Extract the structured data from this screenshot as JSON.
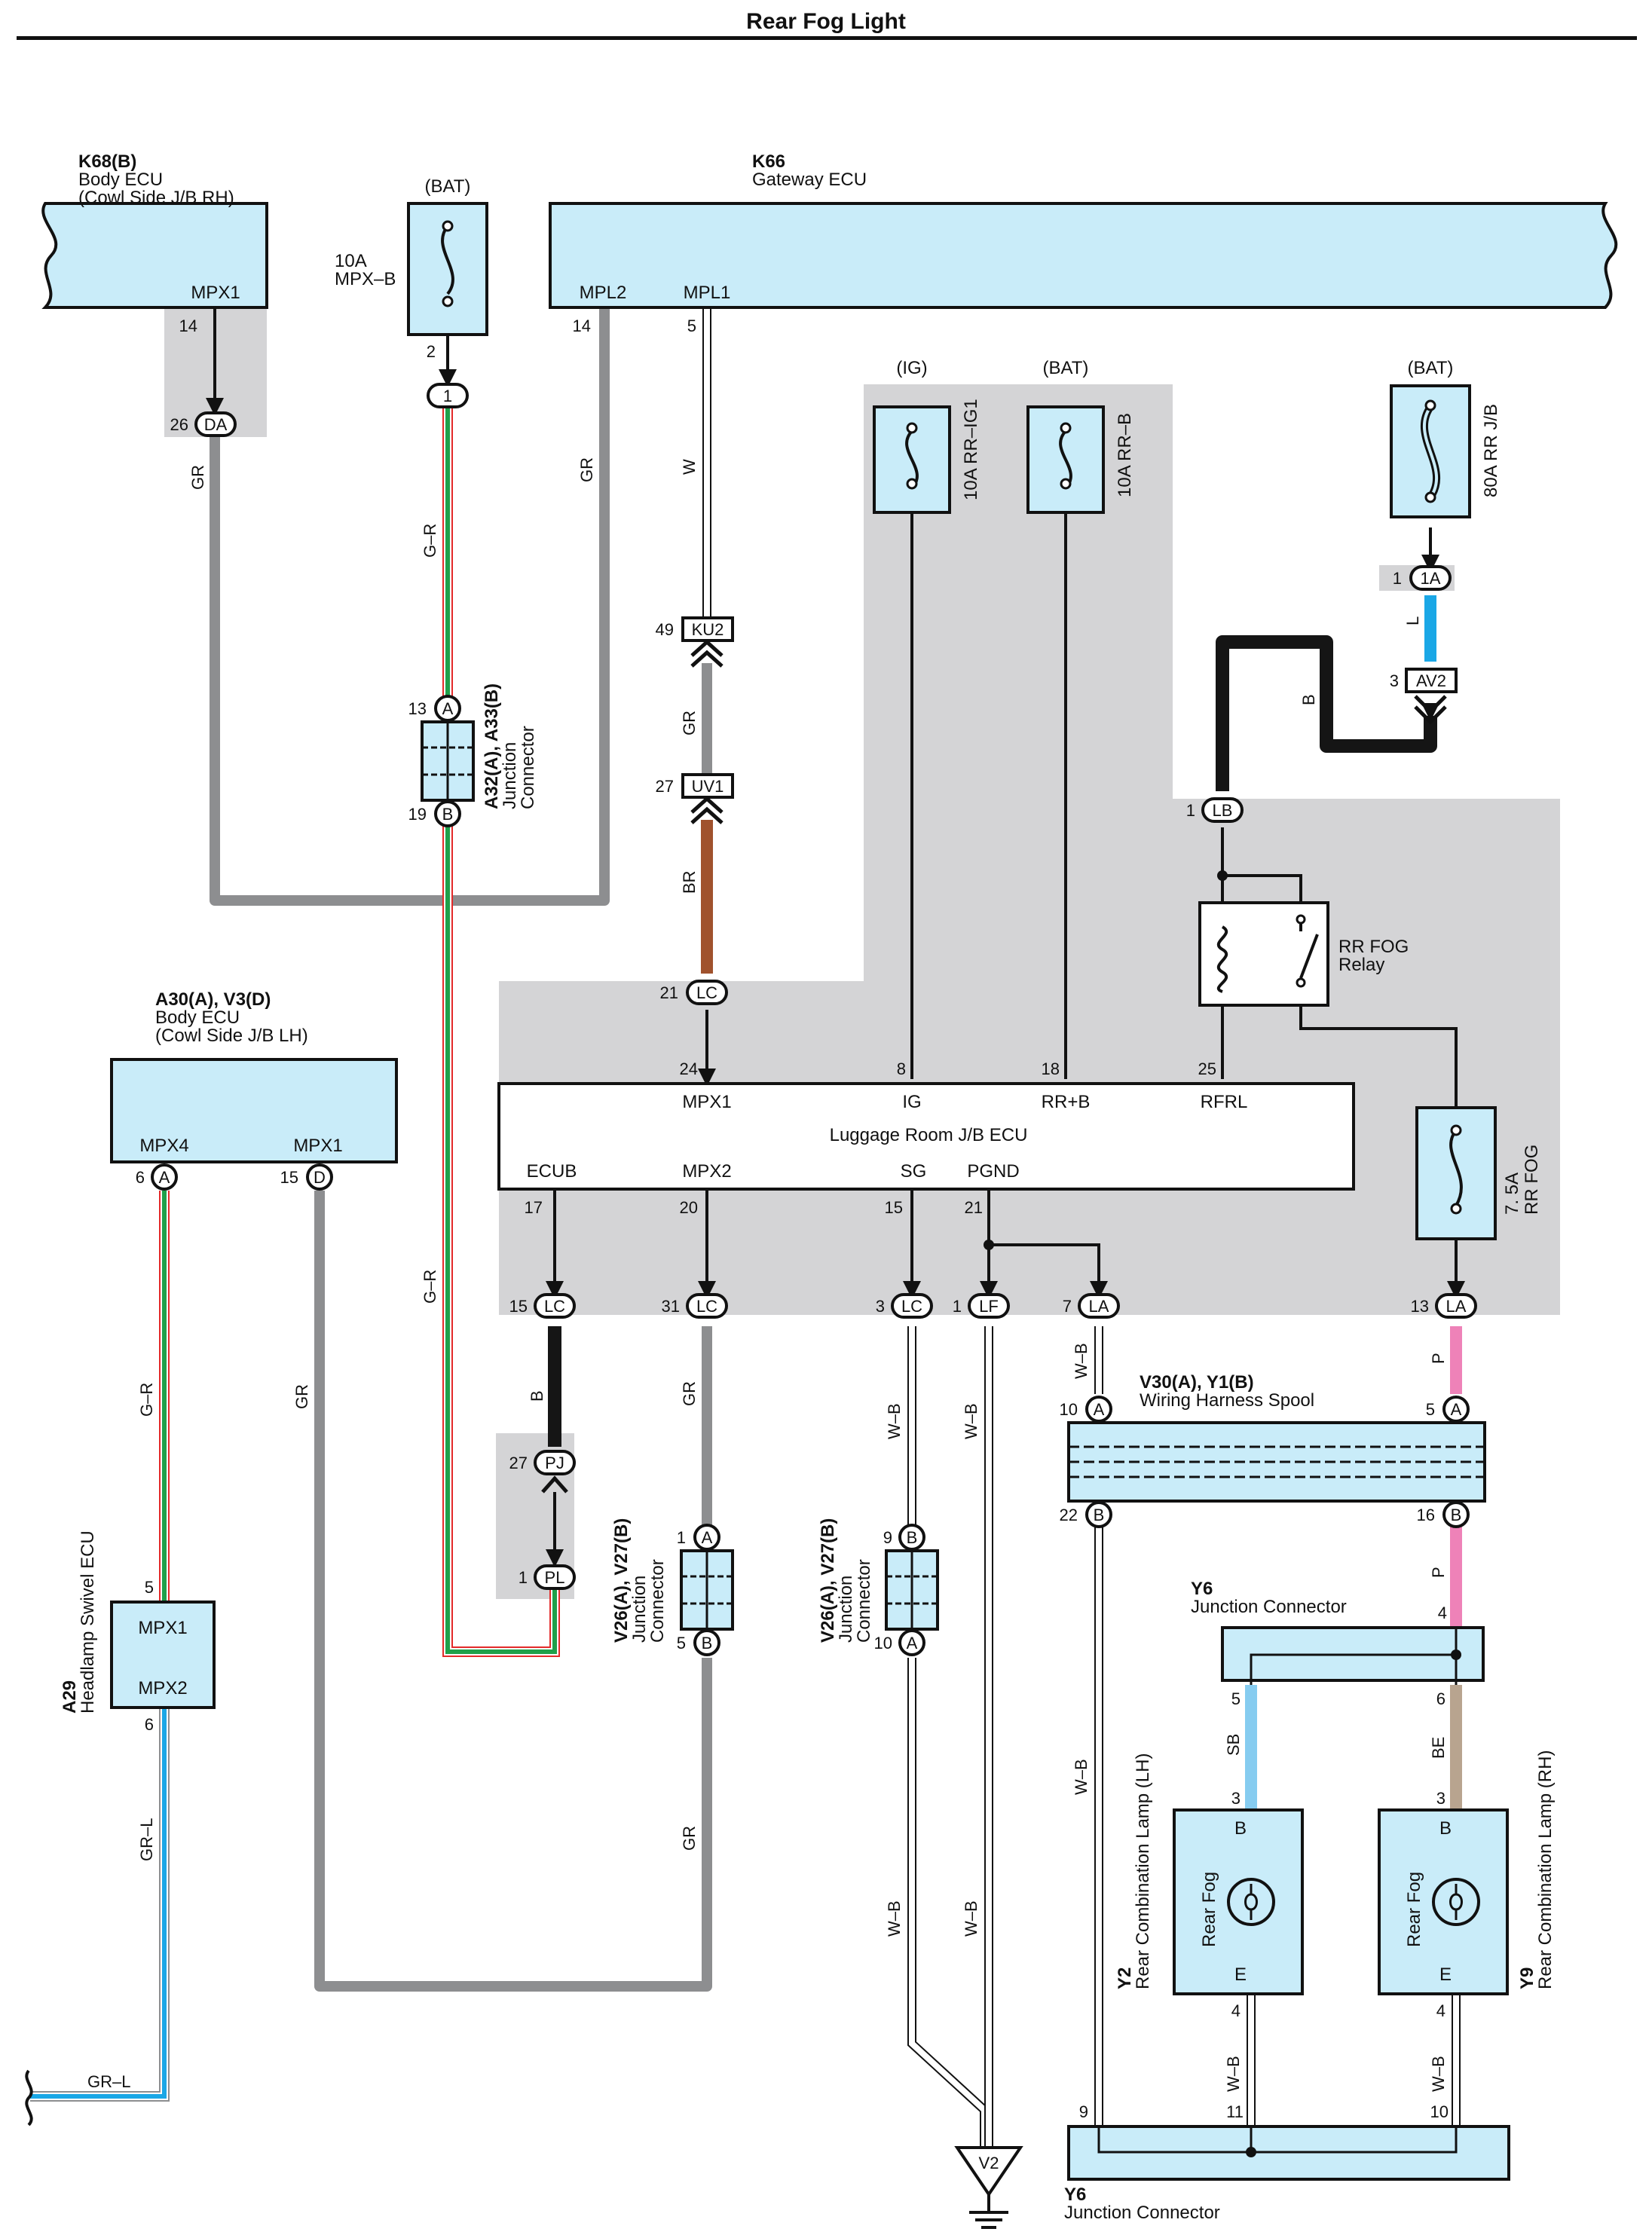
{
  "title": "Rear Fog Light",
  "components": {
    "k68": {
      "code": "K68(B)",
      "name": "Body ECU",
      "location": "(Cowl Side J/B RH)",
      "pin": "MPX1",
      "pin_no": "14",
      "conn_pin": "26",
      "conn": "DA",
      "wire": "GR"
    },
    "k66": {
      "code": "K66",
      "name": "Gateway ECU",
      "pin1": "MPL2",
      "pin1_no": "14",
      "pin2": "MPL1",
      "pin2_no": "5",
      "wire1": "GR",
      "wire2": "W"
    },
    "fuse_mpxb": {
      "supply": "(BAT)",
      "rating": "10A",
      "name": "MPX–B",
      "pin_no": "2",
      "conn": "1",
      "wire": "G–R"
    },
    "fuse_rrig1": {
      "supply": "(IG)",
      "label": "10A RR–IG1"
    },
    "fuse_rrb": {
      "supply": "(BAT)",
      "label": "10A RR–B"
    },
    "fuse_rrjb": {
      "supply": "(BAT)",
      "label": "80A RR J/B",
      "conn_pin": "1",
      "conn": "1A",
      "wire": "L",
      "conn2_pin": "3",
      "conn2": "AV2",
      "wire2": "B"
    },
    "jc_a32": {
      "code": "A32(A), A33(B)",
      "name": "Junction",
      "name2": "Connector",
      "pin_a": "13",
      "conn_a": "A",
      "pin_b": "19",
      "conn_b": "B"
    },
    "ku2": {
      "pin": "49",
      "conn": "KU2",
      "wire": "GR"
    },
    "uv1": {
      "pin": "27",
      "conn": "UV1",
      "wire": "BR"
    },
    "lc21": {
      "pin": "21",
      "conn": "LC"
    },
    "lb1": {
      "pin": "1",
      "conn": "LB"
    },
    "relay": {
      "name": "RR FOG",
      "type": "Relay"
    },
    "fuse_rrfog": {
      "rating": "7. 5A",
      "name": "RR FOG"
    },
    "a30": {
      "code": "A30(A), V3(D)",
      "name": "Body ECU",
      "location": "(Cowl Side J/B LH)",
      "pin1": "MPX4",
      "pin1_no": "6",
      "conn1": "A",
      "pin2": "MPX1",
      "pin2_no": "15",
      "conn2": "D",
      "wire1": "G–R",
      "wire2": "GR"
    },
    "luggage_ecu": {
      "name": "Luggage Room J/B ECU",
      "top_pins": [
        {
          "no": "24",
          "name": "MPX1"
        },
        {
          "no": "8",
          "name": "IG"
        },
        {
          "no": "18",
          "name": "RR+B"
        },
        {
          "no": "25",
          "name": "RFRL"
        }
      ],
      "bottom_pins": [
        {
          "no": "17",
          "name": "ECUB"
        },
        {
          "no": "20",
          "name": "MPX2"
        },
        {
          "no": "15",
          "name": "SG"
        },
        {
          "no": "21",
          "name": "PGND"
        }
      ]
    },
    "lower_conns": [
      {
        "pin": "15",
        "conn": "LC",
        "wire": "B"
      },
      {
        "pin": "31",
        "conn": "LC",
        "wire": "GR"
      },
      {
        "pin": "3",
        "conn": "LC",
        "wire": "W–B"
      },
      {
        "pin": "1",
        "conn": "LF",
        "wire": "W–B"
      },
      {
        "pin": "7",
        "conn": "LA",
        "wire": "W–B"
      },
      {
        "pin": "13",
        "conn": "LA",
        "wire": "P"
      }
    ],
    "pj": {
      "pin": "27",
      "conn": "PJ"
    },
    "pl": {
      "pin": "1",
      "conn": "PL"
    },
    "a29": {
      "code": "A29",
      "name": "Headlamp Swivel ECU",
      "pin1": "MPX1",
      "pin1_no": "5",
      "pin2": "MPX2",
      "pin2_no": "6",
      "wire": "GR–L"
    },
    "jc_v26a": {
      "code": "V26(A), V27(B)",
      "name": "Junction",
      "name2": "Connector",
      "pin_a": "1",
      "conn_a": "A",
      "pin_b": "5",
      "conn_b": "B",
      "wire": "GR"
    },
    "jc_v26b": {
      "code": "V26(A), V27(B)",
      "name": "Junction",
      "name2": "Connector",
      "pin_a": "9",
      "conn_a": "B",
      "pin_b": "10",
      "conn_b": "A",
      "wire": "W–B"
    },
    "spool": {
      "code": "V30(A), Y1(B)",
      "name": "Wiring Harness Spool",
      "pin_tl": "10",
      "conn_tl": "A",
      "pin_tr": "5",
      "conn_tr": "A",
      "pin_bl": "22",
      "conn_bl": "B",
      "pin_br": "16",
      "conn_br": "B",
      "wire_l": "W–B",
      "wire_r": "P"
    },
    "y6_top": {
      "code": "Y6",
      "name": "Junction Connector",
      "pin_in": "4",
      "pin_l": "5",
      "pin_r": "6",
      "wire_l": "SB",
      "wire_r": "BE"
    },
    "y2": {
      "code": "Y2",
      "name": "Rear Combination Lamp (LH)",
      "lamp": "Rear Fog",
      "pin_b_no": "3",
      "pin_b": "B",
      "pin_e": "E",
      "pin_e_no": "4",
      "wire": "W–B"
    },
    "y9": {
      "code": "Y9",
      "name": "Rear Combination Lamp (RH)",
      "lamp": "Rear Fog",
      "pin_b_no": "3",
      "pin_b": "B",
      "pin_e": "E",
      "pin_e_no": "4",
      "wire": "W–B"
    },
    "y6_bottom": {
      "code": "Y6",
      "name": "Junction Connector",
      "pin1": "9",
      "pin2": "11",
      "pin3": "10"
    },
    "ground": {
      "code": "V2"
    }
  },
  "colors": {
    "ecu_fill": "#c9ecf9",
    "shade": "#d4d4d6",
    "wire_gray": "#8d8e90",
    "wire_green": "#1fa04a",
    "wire_red": "#e32a2a",
    "wire_brown": "#a0522d",
    "wire_blue": "#1aa7e6",
    "wire_pink": "#ee82b8",
    "wire_skyblue": "#86ccf0",
    "wire_beige": "#b8a48f",
    "wire_black": "#151515"
  }
}
